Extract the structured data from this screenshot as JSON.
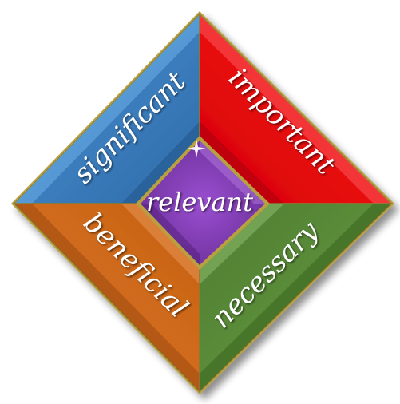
{
  "quadrants": {
    "top_left": {
      "label": "significant",
      "color": "#3c7fc2"
    },
    "top_right": {
      "label": "important",
      "color": "#e8000e"
    },
    "bottom_left": {
      "label": "beneficial",
      "color": "#cf6a1c"
    },
    "bottom_right": {
      "label": "necessary",
      "color": "#5a8c3a"
    }
  },
  "center": {
    "label": "relevant",
    "color": "#7a3aa8"
  },
  "border_color": "#b8a040"
}
